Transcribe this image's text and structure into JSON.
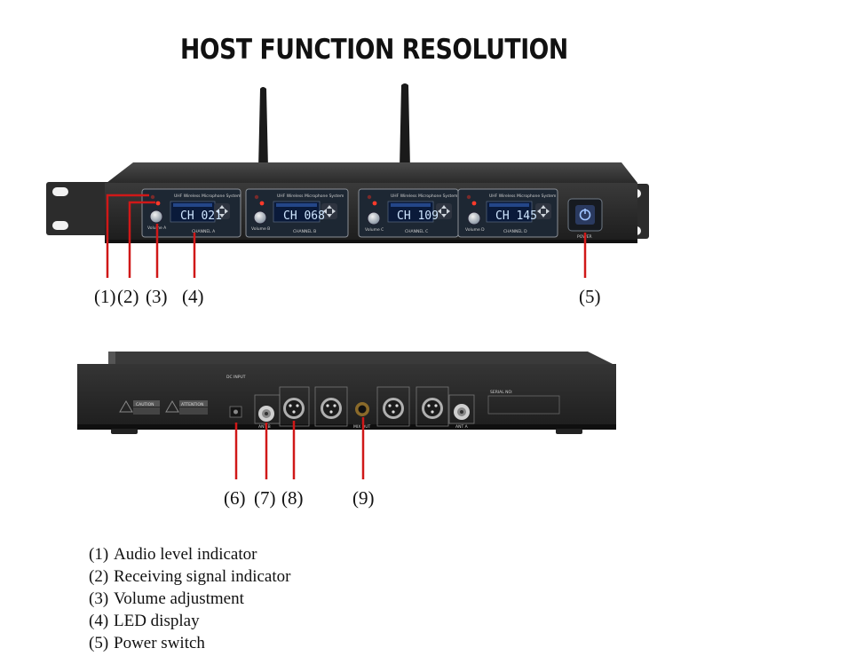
{
  "title": "HOST FUNCTION RESOLUTION",
  "front_panel": {
    "channels": [
      {
        "display": "CH 021",
        "channel_label": "CHANNEL A",
        "volume_label": "Volume A"
      },
      {
        "display": "CH 068",
        "channel_label": "CHANNEL B",
        "volume_label": "Volume B"
      },
      {
        "display": "CH 109",
        "channel_label": "CHANNEL C",
        "volume_label": "Volume C"
      },
      {
        "display": "CH 145",
        "channel_label": "CHANNEL D",
        "volume_label": "Volume D"
      }
    ],
    "panel_header": "UHF Wireless Microphone System",
    "power_label": "POWER",
    "callouts": [
      "(1)",
      "(2)",
      "(3)",
      "(4)",
      "(5)"
    ]
  },
  "rear_panel": {
    "serial_label": "SERIAL NO:",
    "dc_input_label": "DC INPUT",
    "ant_b_label": "ANT B",
    "ant_a_label": "ANT A",
    "mix_out_label": "MIX OUT",
    "caution_label": "CAUTION",
    "attention_label": "ATTENTION",
    "callouts": [
      "(6)",
      "(7)",
      "(8)",
      "(9)"
    ]
  },
  "legend": [
    {
      "num": "(1)",
      "text": "Audio level indicator"
    },
    {
      "num": "(2)",
      "text": "Receiving signal indicator"
    },
    {
      "num": "(3)",
      "text": "Volume adjustment"
    },
    {
      "num": "(4)",
      "text": "LED display"
    },
    {
      "num": "(5)",
      "text": "Power switch"
    }
  ],
  "colors": {
    "callout_line": "#d01818",
    "chassis": "#2b2b2b",
    "lcd_bg": "#0a1a3a",
    "lcd_text": "#cfe6ff"
  }
}
